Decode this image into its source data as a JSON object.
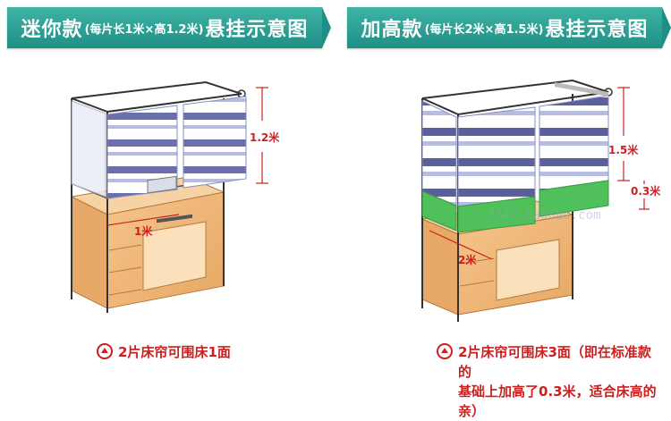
{
  "left": {
    "title_main": "迷你款",
    "title_spec": "(每片长1米×高1.2米)",
    "title_tail": "悬挂示意图",
    "height_label": "1.2米",
    "width_label": "1米",
    "caption": "2片床帘可围床1面"
  },
  "right": {
    "title_main": "加高款",
    "title_spec": "(每片长2米×高1.5米)",
    "title_tail": "悬挂示意图",
    "height_label": "1.5米",
    "extra_label": "0.3米",
    "width_label": "2米",
    "caption_line1": "2片床帘可围床3面（即在标准款的",
    "caption_line2": "基础上加高了0.3米，适合床高的亲）"
  },
  "watermark": {
    "text": "3347.taobao.com"
  },
  "colors": {
    "banner": "#1f8f86",
    "accent_red": "#cc1f1f",
    "stripe_dark": "#5b5f9e",
    "stripe_light": "#b8bde0",
    "green_band": "#4fc05a",
    "wood": "#f0b878"
  }
}
